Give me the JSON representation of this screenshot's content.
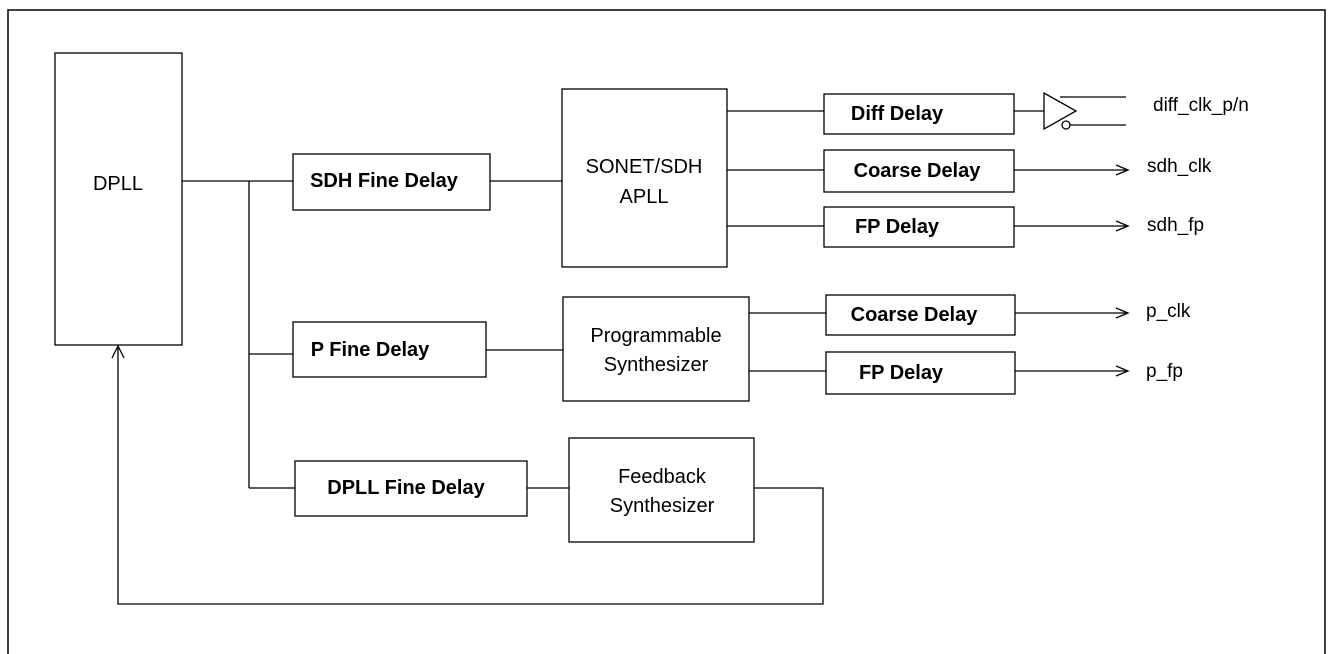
{
  "blocks": {
    "dpll": "DPLL",
    "sdh_fine_delay": "SDH Fine Delay",
    "p_fine_delay": "P Fine Delay",
    "dpll_fine_delay": "DPLL Fine Delay",
    "sonet_apll": [
      "SONET/SDH",
      "APLL"
    ],
    "prog_synth": [
      "Programmable",
      "Synthesizer"
    ],
    "feedback_synth": [
      "Feedback",
      "Synthesizer"
    ],
    "diff_delay": "Diff Delay",
    "coarse_delay_sdh": "Coarse Delay",
    "fp_delay_sdh": "FP Delay",
    "coarse_delay_p": "Coarse Delay",
    "fp_delay_p": "FP Delay"
  },
  "signals": {
    "diff_clk": "diff_clk_p/n",
    "sdh_clk": "sdh_clk",
    "sdh_fp": "sdh_fp",
    "p_clk": "p_clk",
    "p_fp": "p_fp"
  }
}
